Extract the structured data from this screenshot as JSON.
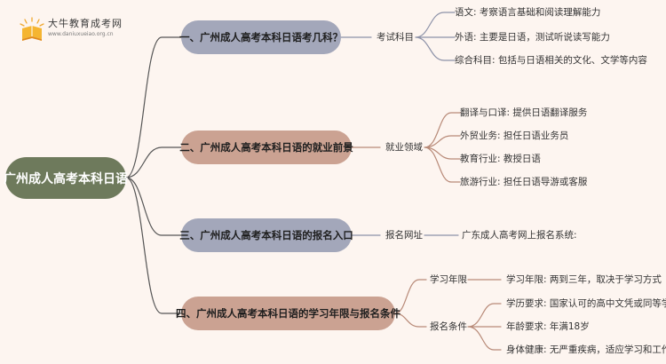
{
  "logo": {
    "name": "大牛教育成考网",
    "url": "www.daniuxueiao.org.cn"
  },
  "root": "广州成人高考本科日语",
  "branches": [
    {
      "title": "一、广州成人高考本科日语考几科？",
      "label": "考试科目",
      "items": [
        "语文: 考察语言基础和阅读理解能力",
        "外语: 主要是日语，测试听说读写能力",
        "综合科目: 包括与日语相关的文化、文学等内容"
      ]
    },
    {
      "title": "二、广州成人高考本科日语的就业前景",
      "label": "就业领域",
      "items": [
        "翻译与口译: 提供日语翻译服务",
        "外贸业务: 担任日语业务员",
        "教育行业: 教授日语",
        "旅游行业: 担任日语导游或客服"
      ]
    },
    {
      "title": "三、广州成人高考本科日语的报名入口",
      "label": "报名网址",
      "items": [
        "广东成人高考网上报名系统:"
      ]
    },
    {
      "title": "四、广州成人高考本科日语的学习年限与报名条件",
      "sub": [
        {
          "label": "学习年限",
          "items": [
            "学习年限: 两到三年，取决于学习方式"
          ]
        },
        {
          "label": "报名条件",
          "items": [
            "学历要求: 国家认可的高中文凭或同等学历",
            "年龄要求: 年满18岁",
            "身体健康: 无严重疾病，适应学习和工作"
          ]
        }
      ]
    }
  ]
}
